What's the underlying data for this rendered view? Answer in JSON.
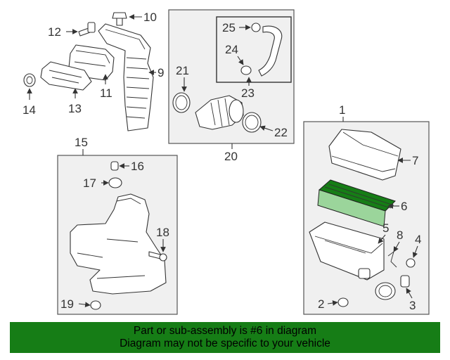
{
  "callouts": {
    "c1": "1",
    "c2": "2",
    "c3": "3",
    "c4": "4",
    "c5": "5",
    "c6": "6",
    "c7": "7",
    "c8": "8",
    "c9": "9",
    "c10": "10",
    "c11": "11",
    "c12": "12",
    "c13": "13",
    "c14": "14",
    "c15": "15",
    "c16": "16",
    "c17": "17",
    "c18": "18",
    "c19": "19",
    "c20": "20",
    "c21": "21",
    "c22": "22",
    "c23": "23",
    "c24": "24",
    "c25": "25"
  },
  "highlight": {
    "color": "#167d16",
    "part": "6"
  },
  "footer": {
    "line1": "Part or sub-assembly is #6 in diagram",
    "line2": "Diagram may not be specific to your vehicle"
  }
}
